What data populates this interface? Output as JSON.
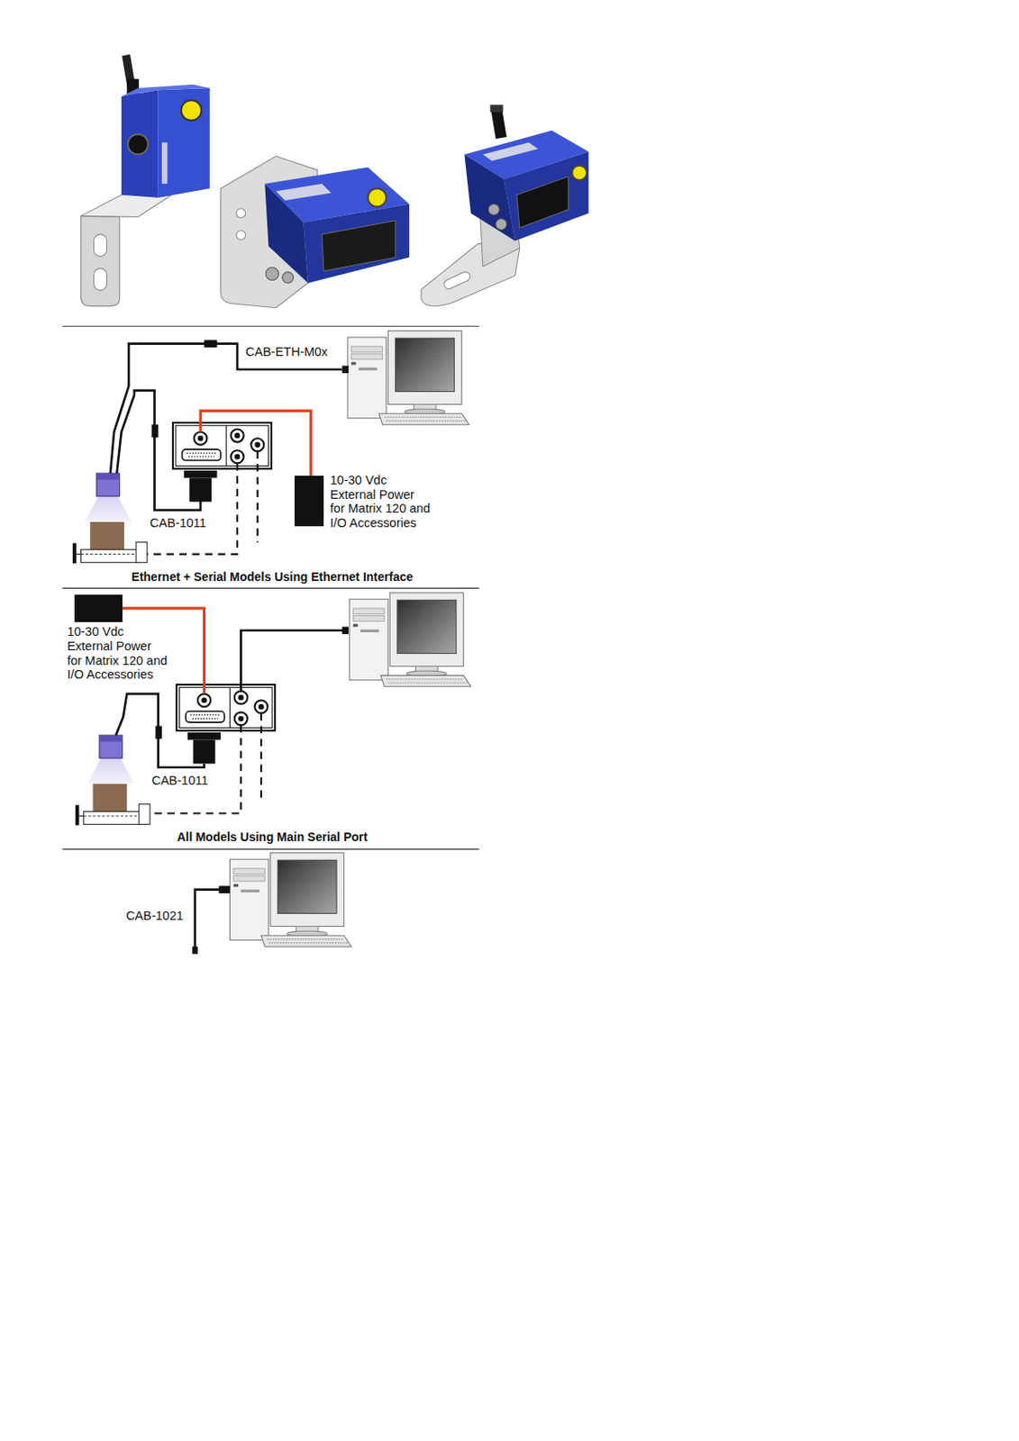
{
  "diagram": {
    "nodes": [
      {
        "text": [
          "10-30 Vdc External Power for Matrix 120 and I/O Accessories"
        ]
      },
      {
        "text": [
          "10-30 Vdc External Power for Matrix 120 and I/O Accessories"
        ]
      }
    ],
    "labels": [
      "CAB-ETH-M0x",
      "CAB-1011",
      "Ethernet + Serial Models Using Ethernet Interface",
      "CAB-1011",
      "All Models Using Main Serial Port",
      "CAB-1021"
    ]
  }
}
